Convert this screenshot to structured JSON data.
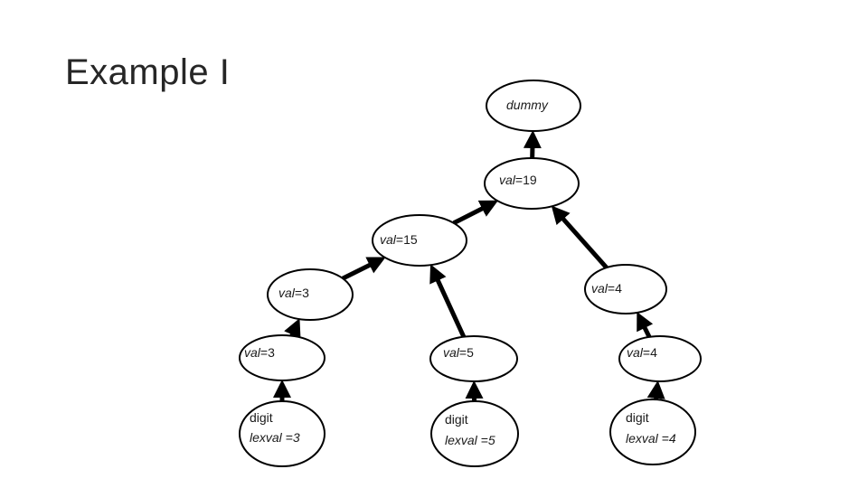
{
  "slide": {
    "title": "Example I"
  },
  "nodes": [
    {
      "id": "dummy",
      "attr": "dummy",
      "op": "",
      "value": ""
    },
    {
      "id": "n19",
      "attr": "val",
      "op": "=",
      "value": "19"
    },
    {
      "id": "n15",
      "attr": "val",
      "op": "=",
      "value": "15"
    },
    {
      "id": "n3a",
      "attr": "val",
      "op": "=",
      "value": "3"
    },
    {
      "id": "n4a",
      "attr": "val",
      "op": "=",
      "value": "4"
    },
    {
      "id": "n3b",
      "attr": "val",
      "op": "=",
      "value": "3"
    },
    {
      "id": "n5",
      "attr": "val",
      "op": "=",
      "value": "5"
    },
    {
      "id": "n4b",
      "attr": "val",
      "op": "=",
      "value": "4"
    },
    {
      "id": "d3",
      "line1": "digit",
      "attr": "lexval",
      "op": " =",
      "value": "3"
    },
    {
      "id": "d5",
      "line1": "digit",
      "attr": "lexval",
      "op": " =",
      "value": "5"
    },
    {
      "id": "d4",
      "line1": "digit",
      "attr": "lexval",
      "op": " =",
      "value": "4"
    }
  ],
  "edges": [
    {
      "from": "n19",
      "to": "dummy"
    },
    {
      "from": "n15",
      "to": "n19"
    },
    {
      "from": "n4a",
      "to": "n19"
    },
    {
      "from": "n3a",
      "to": "n15"
    },
    {
      "from": "n5",
      "to": "n15"
    },
    {
      "from": "n3b",
      "to": "n3a"
    },
    {
      "from": "n4b",
      "to": "n4a"
    },
    {
      "from": "d3",
      "to": "n3b"
    },
    {
      "from": "d5",
      "to": "n5"
    },
    {
      "from": "d4",
      "to": "n4b"
    }
  ]
}
